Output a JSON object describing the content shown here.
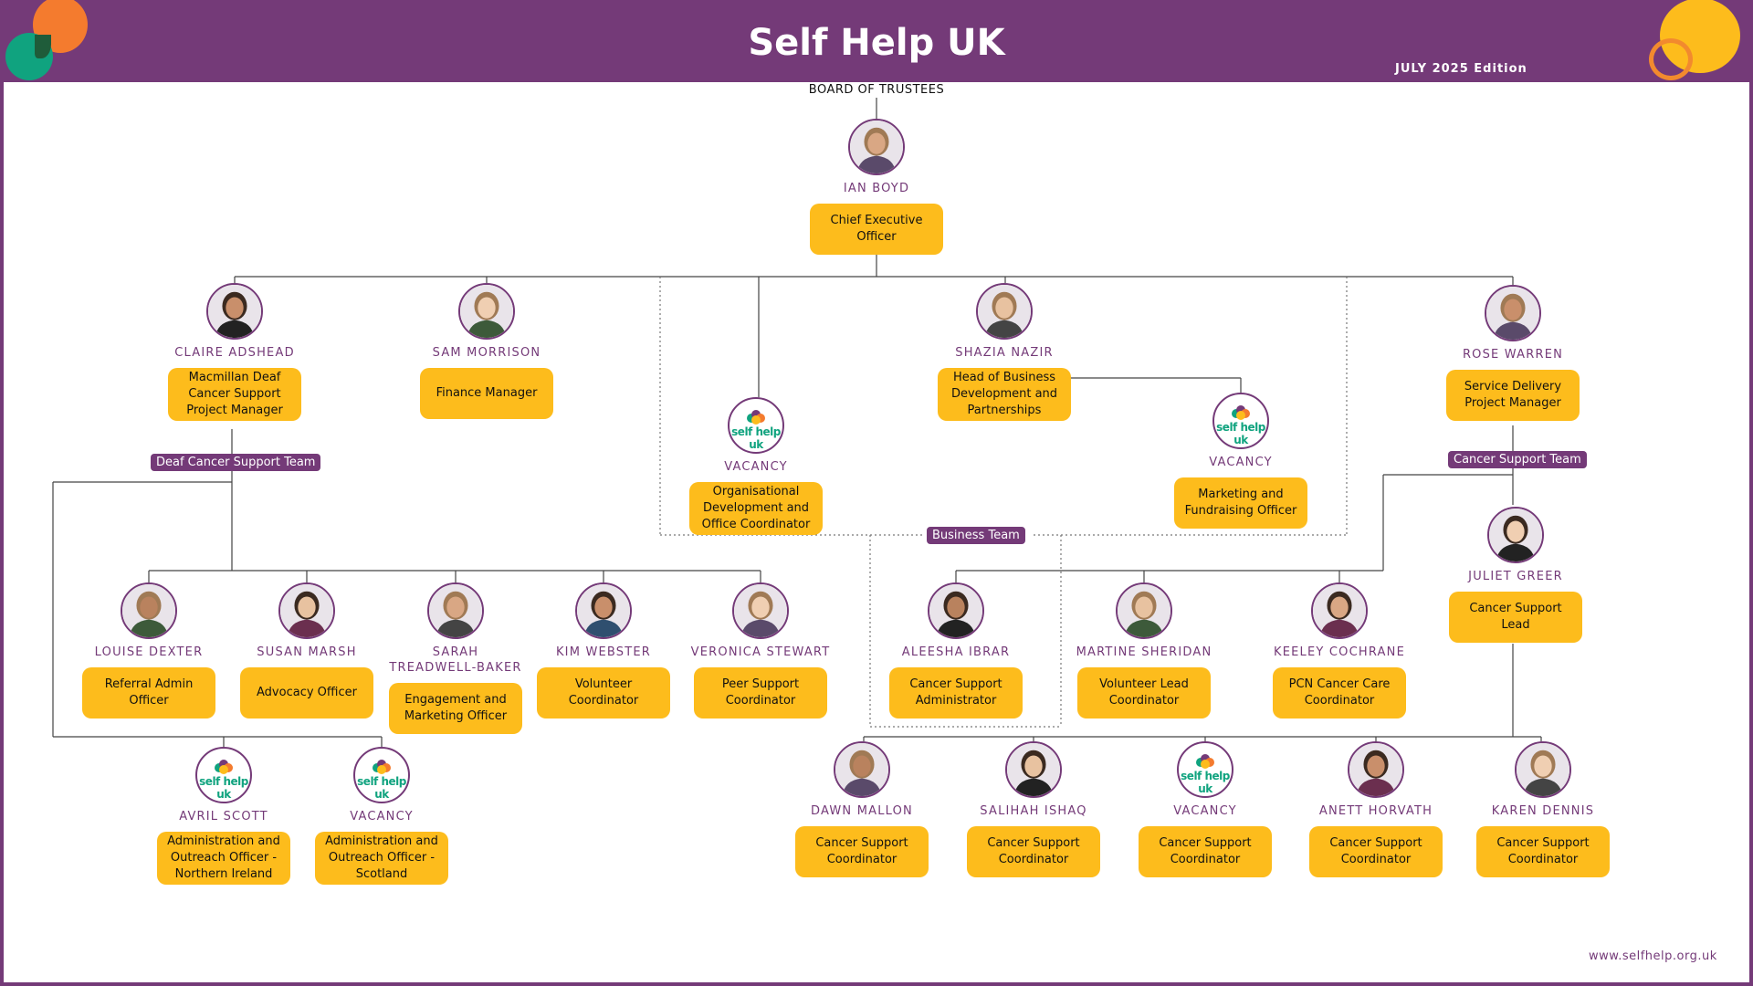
{
  "header": {
    "title": "Self Help UK",
    "edition": "JULY 2025 Edition",
    "colors": {
      "purple": "#743a78",
      "amber": "#fdbc1c",
      "orange": "#f47b2e",
      "green": "#10a37f",
      "yellow": "#fdbc1c"
    }
  },
  "board_label": "BOARD OF TRUSTEES",
  "logo": {
    "text": "self help uk",
    "dot_colors": [
      "#10a37f",
      "#743a78",
      "#f47b2e",
      "#fdbc1c"
    ]
  },
  "people": {
    "ceo": {
      "name": "IAN BOYD",
      "role": "Chief Executive Officer",
      "photo": "person"
    },
    "claire": {
      "name": "CLAIRE ADSHEAD",
      "role": "Macmillan Deaf Cancer Support Project Manager",
      "photo": "person"
    },
    "sam": {
      "name": "SAM MORRISON",
      "role": "Finance Manager",
      "photo": "person"
    },
    "vacancy_od": {
      "name": "VACANCY",
      "role": "Organisational Development and Office Coordinator",
      "photo": "logo"
    },
    "shazia": {
      "name": "SHAZIA NAZIR",
      "role": "Head of Business Development and Partnerships",
      "photo": "person"
    },
    "vacancy_mk": {
      "name": "VACANCY",
      "role": "Marketing and Fundraising Officer",
      "photo": "logo"
    },
    "rose": {
      "name": "ROSE WARREN",
      "role": "Service Delivery Project Manager",
      "photo": "person"
    },
    "juliet": {
      "name": "JULIET GREER",
      "role": "Cancer Support Lead",
      "photo": "person"
    },
    "louise": {
      "name": "LOUISE DEXTER",
      "role": "Referral Admin Officer",
      "photo": "person"
    },
    "susan": {
      "name": "SUSAN MARSH",
      "role": "Advocacy Officer",
      "photo": "person"
    },
    "sarah": {
      "name": "SARAH TREADWELL-BAKER",
      "role": "Engagement and Marketing Officer",
      "photo": "person"
    },
    "kim": {
      "name": "KIM WEBSTER",
      "role": "Volunteer Coordinator",
      "photo": "person"
    },
    "veronica": {
      "name": "VERONICA STEWART",
      "role": "Peer Support Coordinator",
      "photo": "person"
    },
    "aleesha": {
      "name": "ALEESHA IBRAR",
      "role": "Cancer Support Administrator",
      "photo": "person"
    },
    "martine": {
      "name": "MARTINE SHERIDAN",
      "role": "Volunteer Lead Coordinator",
      "photo": "person"
    },
    "keeley": {
      "name": "KEELEY COCHRANE",
      "role": "PCN Cancer Care Coordinator",
      "photo": "person"
    },
    "avril": {
      "name": "AVRIL SCOTT",
      "role": "Administration and Outreach Officer - Northern Ireland",
      "photo": "logo"
    },
    "vacancy_sc": {
      "name": "VACANCY",
      "role": "Administration and Outreach Officer - Scotland",
      "photo": "logo"
    },
    "dawn": {
      "name": "DAWN MALLON",
      "role": "Cancer Support Coordinator",
      "photo": "person"
    },
    "salihah": {
      "name": "SALIHAH ISHAQ",
      "role": "Cancer Support Coordinator",
      "photo": "person"
    },
    "vacancy_cs": {
      "name": "VACANCY",
      "role": "Cancer Support Coordinator",
      "photo": "logo"
    },
    "anett": {
      "name": "ANETT HORVATH",
      "role": "Cancer Support Coordinator",
      "photo": "person"
    },
    "karen": {
      "name": "KAREN DENNIS",
      "role": "Cancer Support Coordinator",
      "photo": "person"
    }
  },
  "teams": {
    "deaf": "Deaf Cancer Support Team",
    "cancer": "Cancer Support Team",
    "business": "Business Team"
  },
  "footer": {
    "url": "www.selfhelp.org.uk"
  }
}
